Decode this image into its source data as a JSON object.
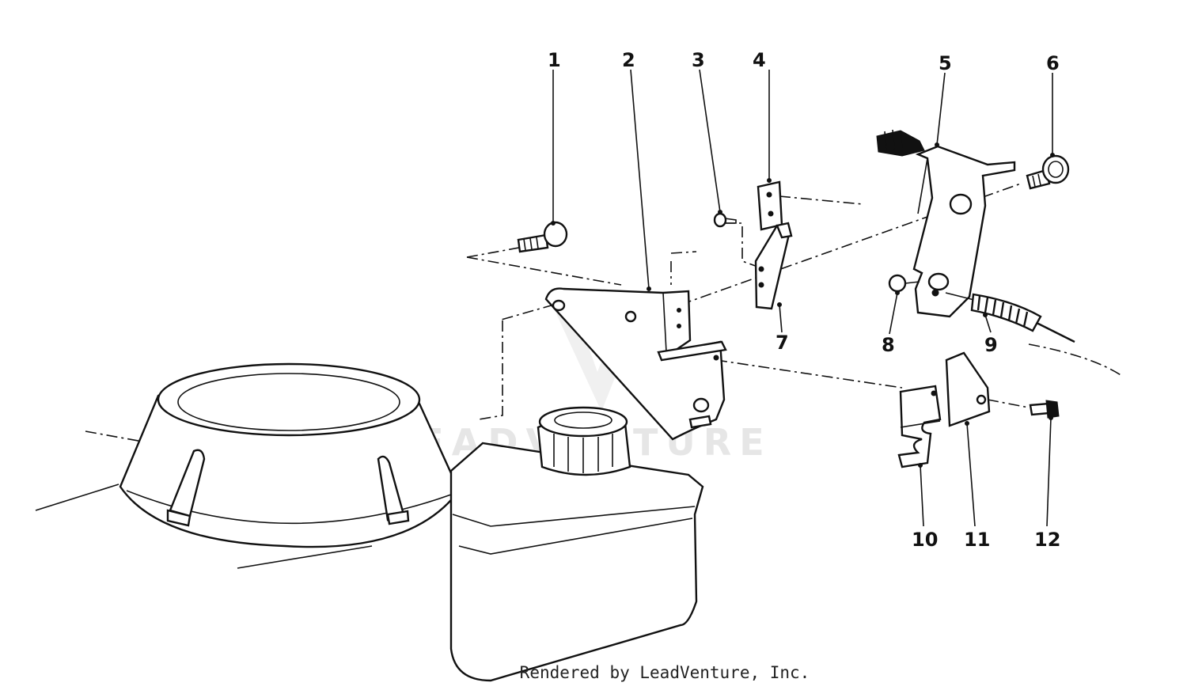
{
  "callouts": [
    {
      "id": "1",
      "label": "1"
    },
    {
      "id": "2",
      "label": "2"
    },
    {
      "id": "3",
      "label": "3"
    },
    {
      "id": "4",
      "label": "4"
    },
    {
      "id": "5",
      "label": "5"
    },
    {
      "id": "6",
      "label": "6"
    },
    {
      "id": "7",
      "label": "7"
    },
    {
      "id": "8",
      "label": "8"
    },
    {
      "id": "9",
      "label": "9"
    },
    {
      "id": "10",
      "label": "10"
    },
    {
      "id": "11",
      "label": "11"
    },
    {
      "id": "12",
      "label": "12"
    }
  ],
  "watermark": {
    "text": "LEADVENTURE"
  },
  "footer": {
    "credit": "Rendered by LeadVenture, Inc."
  }
}
